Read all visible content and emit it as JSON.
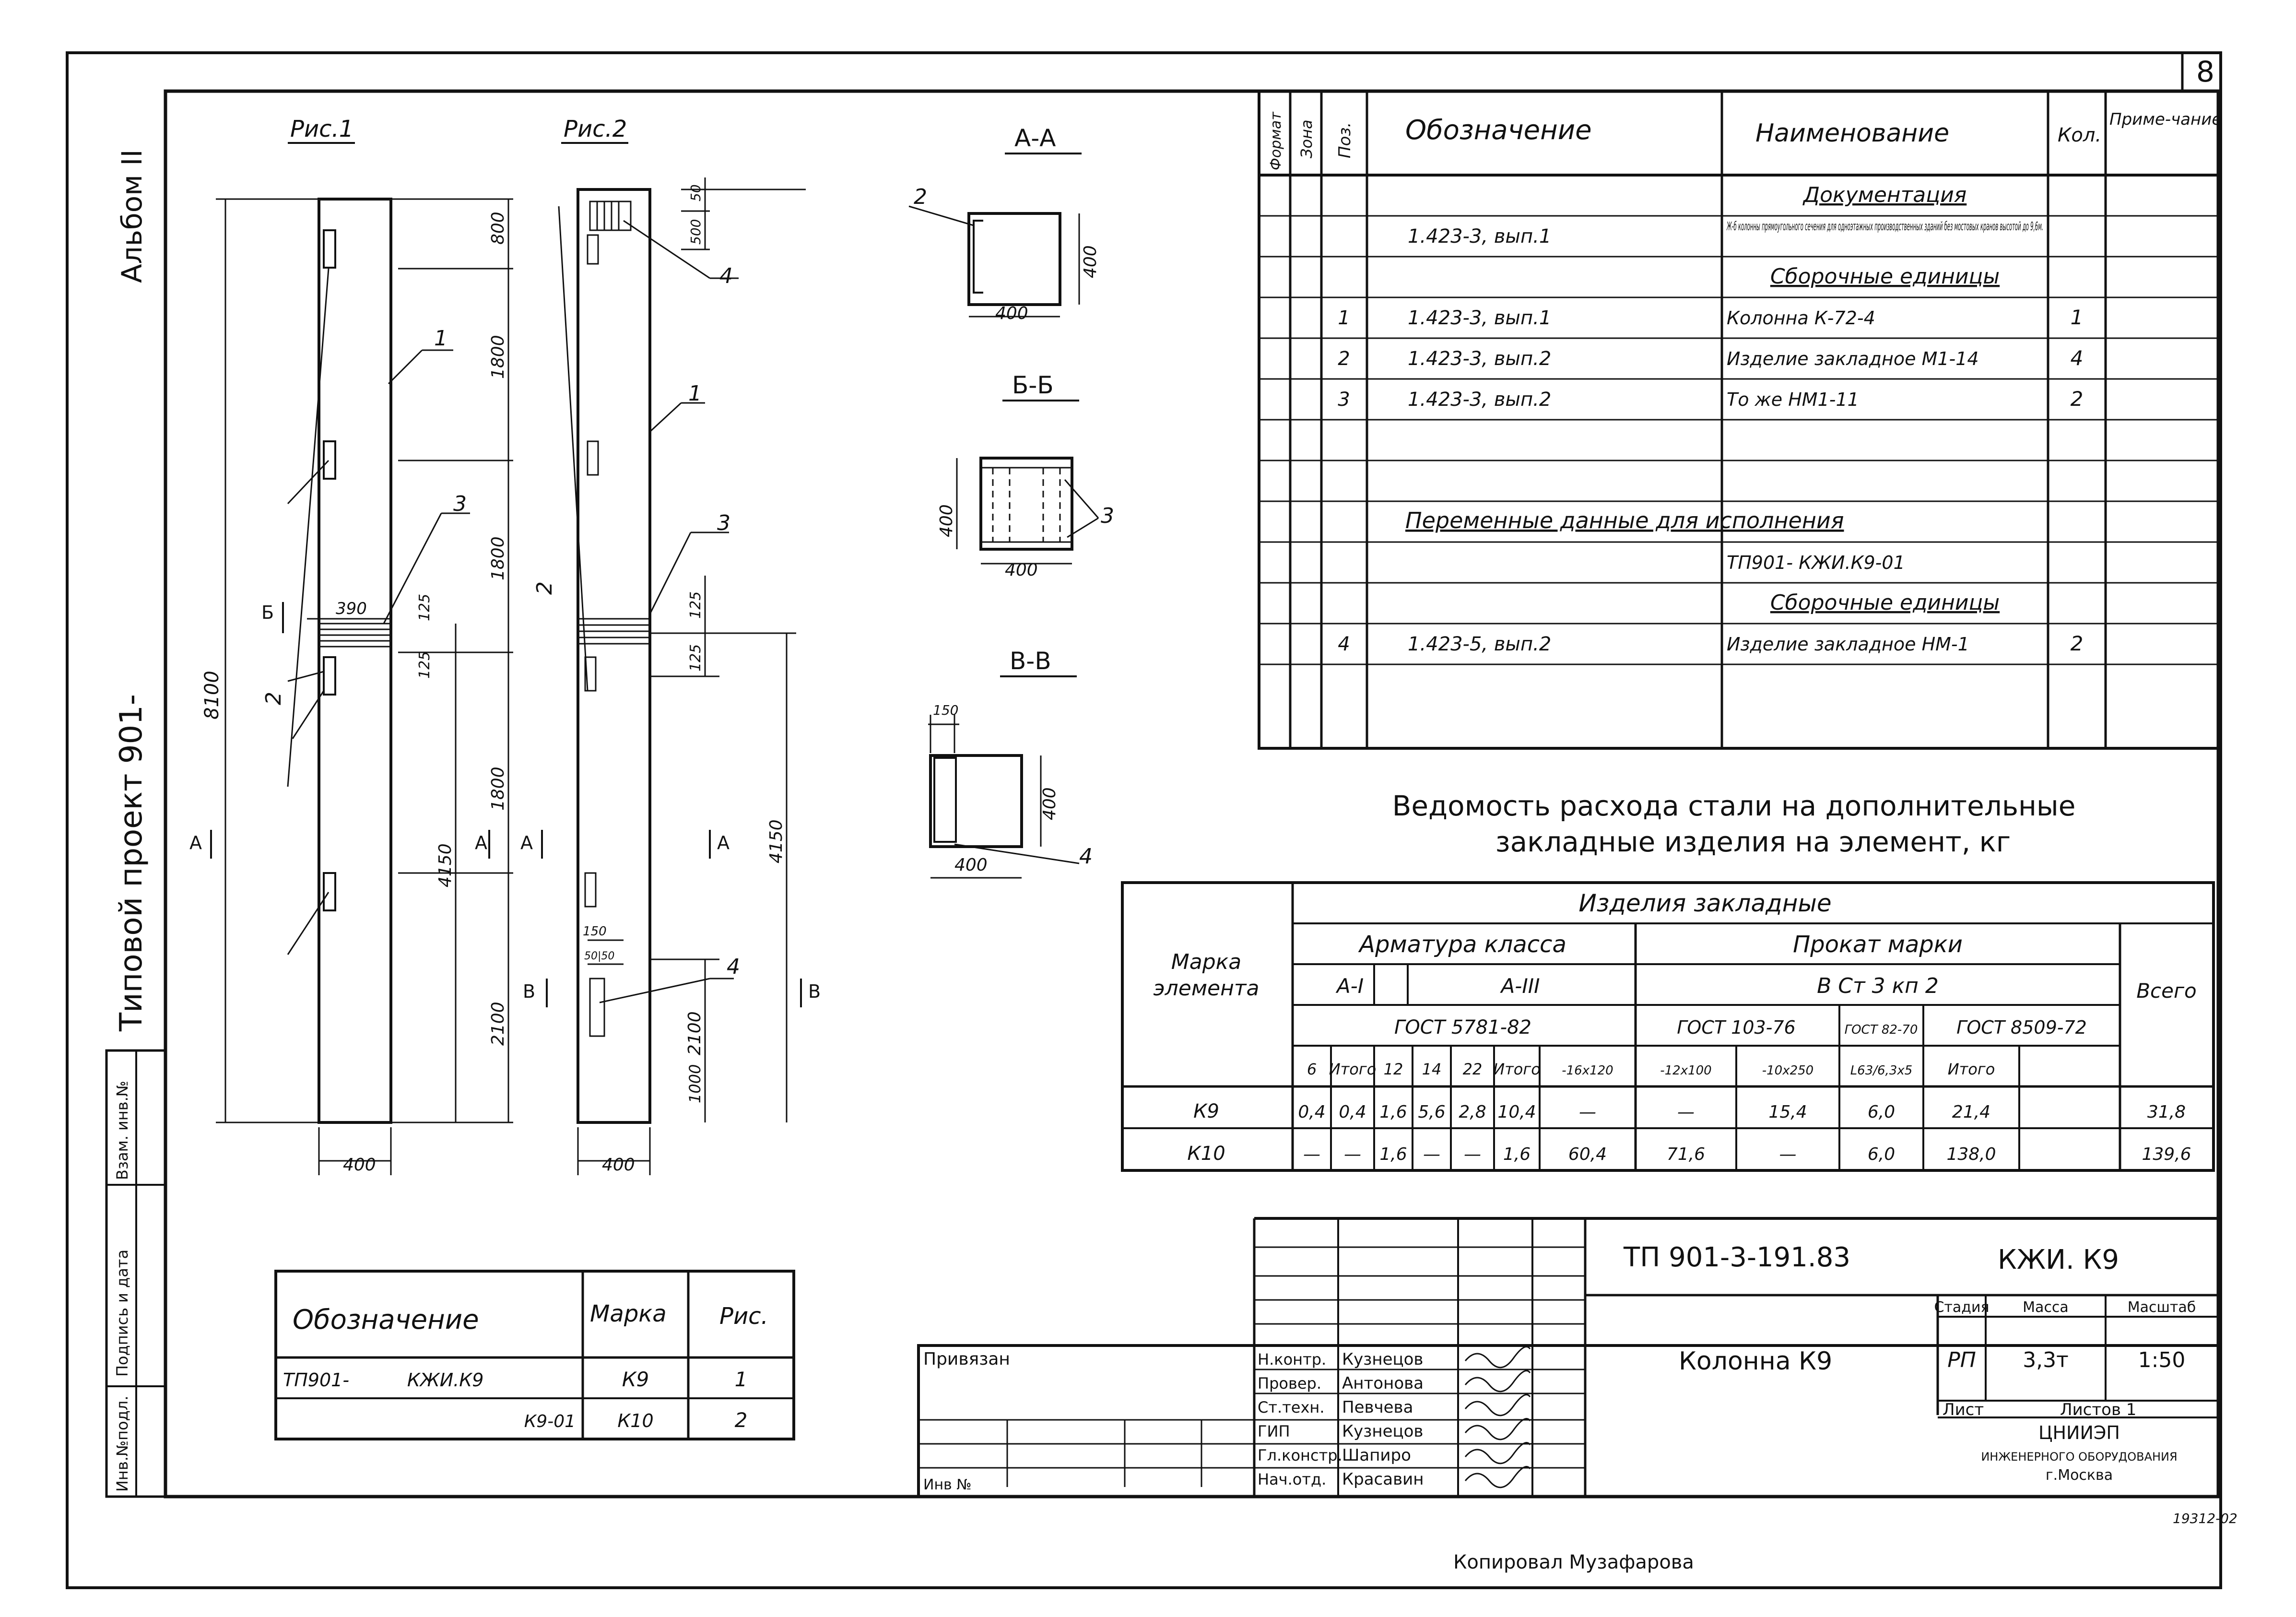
{
  "sheet_number": "8",
  "side_titles": {
    "album": "Альбом II",
    "project": "Типовой проект 901-",
    "stamp_cells": [
      "Инв.№подл.",
      "Подпись и дата",
      "Взам. инв.№"
    ]
  },
  "figures": {
    "fig1_title": "Рис.1",
    "fig2_title": "Рис.2",
    "width_400": "400",
    "dims": {
      "d800": "800",
      "d1800": "1800",
      "d390": "390",
      "d125": "125",
      "d8100": "8100",
      "d4150": "4150",
      "d2100": "2100",
      "d1000": "1000",
      "d50": "50",
      "d500": "500",
      "d150": "150",
      "d5050": "50|50",
      "d400": "400"
    },
    "callouts": {
      "c1": "1",
      "c2": "2",
      "c3": "3",
      "c4": "4"
    },
    "section_marks": {
      "a": "А",
      "b": "Б",
      "v": "В"
    }
  },
  "sections": {
    "aa": "А-А",
    "bb": "Б-Б",
    "vv": "В-В",
    "dim400": "400",
    "dim150": "150"
  },
  "spec_table": {
    "headers": {
      "format": "Формат",
      "zone": "Зона",
      "pos": "Поз.",
      "designation": "Обозначение",
      "name": "Наименование",
      "qty": "Кол.",
      "note": "Приме-чание"
    },
    "rows": [
      {
        "pos": "",
        "designation": "",
        "name": "Документация",
        "qty": "",
        "kind": "heading"
      },
      {
        "pos": "",
        "designation": "1.423-3, вып.1",
        "name": "Ж-б колонны прямоугольного сечения для одноэтажных производственных зданий без мостовых кранов высотой до 9,6м.",
        "qty": "",
        "kind": "doc"
      },
      {
        "pos": "",
        "designation": "",
        "name": "Сборочные единицы",
        "qty": "",
        "kind": "heading"
      },
      {
        "pos": "1",
        "designation": "1.423-3, вып.1",
        "name": "Колонна    К-72-4",
        "qty": "1",
        "kind": "row"
      },
      {
        "pos": "2",
        "designation": "1.423-3, вып.2",
        "name": "Изделие закладное    М1-14",
        "qty": "4",
        "kind": "row"
      },
      {
        "pos": "3",
        "designation": "1.423-3, вып.2",
        "name": "То же      НМ1-11",
        "qty": "2",
        "kind": "row"
      },
      {
        "pos": "",
        "designation": "",
        "name": "",
        "qty": "",
        "kind": "blank"
      },
      {
        "pos": "",
        "designation": "",
        "name": "",
        "qty": "",
        "kind": "blank"
      },
      {
        "pos": "",
        "designation": "Переменные данные для исполнения",
        "name": "",
        "qty": "",
        "kind": "variable"
      },
      {
        "pos": "",
        "designation": "",
        "name": "ТП901-          КЖИ.К9-01",
        "qty": "",
        "kind": "row"
      },
      {
        "pos": "",
        "designation": "",
        "name": "Сборочные единицы",
        "qty": "",
        "kind": "heading"
      },
      {
        "pos": "4",
        "designation": "1.423-5, вып.2",
        "name": "Изделие закладное    НМ-1",
        "qty": "2",
        "kind": "row"
      },
      {
        "pos": "",
        "designation": "",
        "name": "",
        "qty": "",
        "kind": "blank"
      }
    ]
  },
  "steel_table": {
    "title_line1": "Ведомость расхода стали на дополнительные",
    "title_line2": "закладные изделия на элемент, кг",
    "h_items": "Изделия    закладные",
    "h_rebar": "Арматура класса",
    "h_rolled": "Прокат    марки",
    "h_mark": "Марка элемента",
    "h_total": "Всего",
    "h_a1": "А-I",
    "h_a3": "А-III",
    "h_vst": "В Ст 3 кп 2",
    "h_gost5781": "ГОСТ 5781-82",
    "h_gost103": "ГОСТ 103-76",
    "h_gost82": "ГОСТ 82-70",
    "h_gost8509": "ГОСТ 8509-72",
    "sub": [
      "6",
      "Итого",
      "12",
      "14",
      "22",
      "Итого",
      "-16х120",
      "-12х100",
      "-10х250",
      "L63/6,3х5",
      "Итого"
    ],
    "rows": [
      {
        "mark": "К9",
        "cells": [
          "0,4",
          "0,4",
          "1,6",
          "5,6",
          "2,8",
          "10,4",
          "—",
          "—",
          "15,4",
          "6,0",
          "21,4",
          "31,8"
        ]
      },
      {
        "mark": "К10",
        "cells": [
          "—",
          "—",
          "1,6",
          "—",
          "—",
          "1,6",
          "60,4",
          "71,6",
          "—",
          "6,0",
          "138,0",
          "139,6"
        ]
      }
    ]
  },
  "marks_table": {
    "headers": {
      "designation": "Обозначение",
      "mark": "Марка",
      "fig": "Рис."
    },
    "rows": [
      {
        "designation": "ТП901-          КЖИ.К9",
        "mark": "К9",
        "fig": "1"
      },
      {
        "designation": "К9-01",
        "mark": "К10",
        "fig": "2"
      }
    ]
  },
  "title_block": {
    "privyazan": "Привязан",
    "inv": "Инв №",
    "doc_number": "ТП 901-3-191.83",
    "doc_code": "КЖИ. К9",
    "name": "Колонна К9",
    "h_stage": "Стадия",
    "h_mass": "Масса",
    "h_scale": "Масштаб",
    "stage": "РП",
    "mass": "3,3т",
    "scale": "1:50",
    "sheet_label": "Лист",
    "sheets_label": "Листов 1",
    "org1": "ЦНИИЭП",
    "org2": "ИНЖЕНЕРНОГО ОБОРУДОВАНИЯ",
    "org3": "г.Москва",
    "signatures": [
      {
        "role": "Н.контр.",
        "name": "Кузнецов"
      },
      {
        "role": "Провер.",
        "name": "Антонова"
      },
      {
        "role": "Ст.техн.",
        "name": "Певчева"
      },
      {
        "role": "ГИП",
        "name": "Кузнецов"
      },
      {
        "role": "Гл.констр.",
        "name": "Шапиро"
      },
      {
        "role": "Нач.отд.",
        "name": "Красавин"
      }
    ],
    "archive_number": "19312-02"
  },
  "footer_copy": "Копировал Музафарова"
}
